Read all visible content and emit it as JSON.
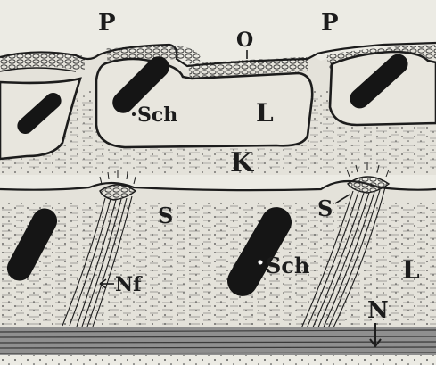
{
  "labels": {
    "p_left": "P",
    "o_top": "O",
    "p_right": "P",
    "sch_upper": "Sch",
    "l_upper": "L",
    "k_middle": "K",
    "s_left": "S",
    "s_right": "S",
    "nf": "Nf",
    "sch_lower": "Sch",
    "l_lower": "L",
    "n_bottom": "N"
  },
  "colors": {
    "paper": "#ecebe4",
    "ink": "#1c1c1c",
    "tissue": "#e4e2da",
    "nerve_band": "#8f8f8f"
  }
}
